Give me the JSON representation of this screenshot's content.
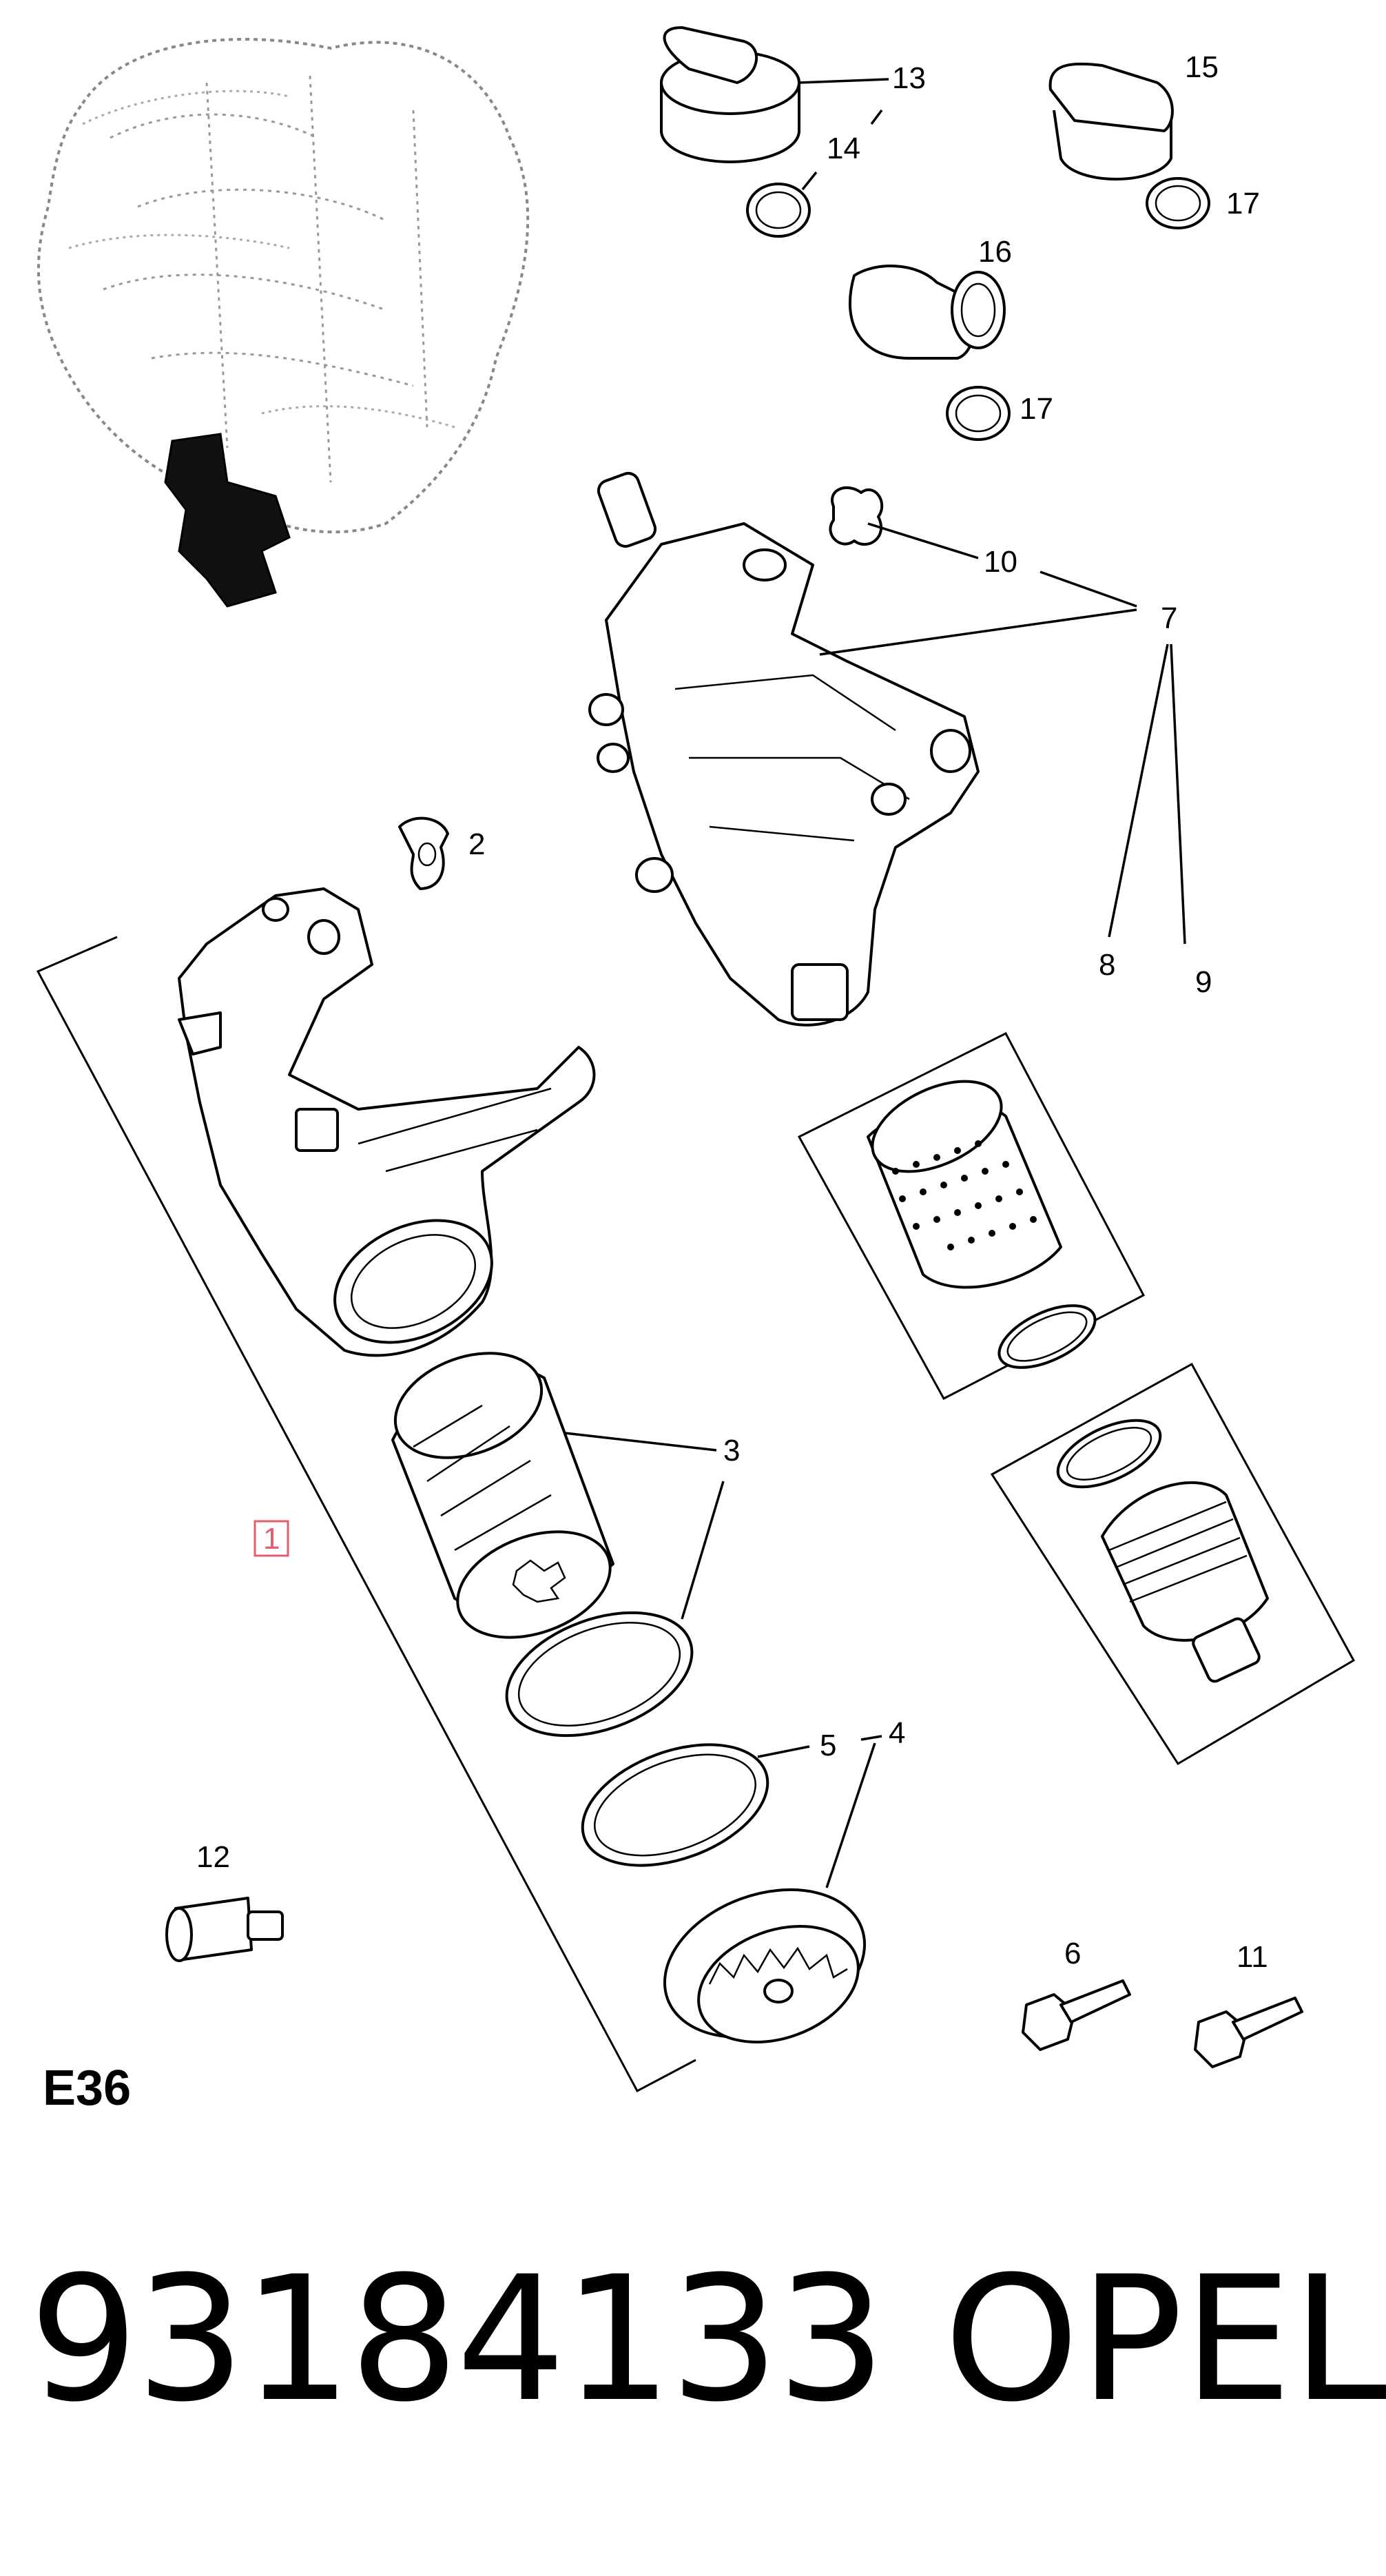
{
  "diagram": {
    "section_code": "E36",
    "callouts": {
      "c1": "1",
      "c2": "2",
      "c3": "3",
      "c4": "4",
      "c5": "5",
      "c6": "6",
      "c7": "7",
      "c8": "8",
      "c9": "9",
      "c10": "10",
      "c11": "11",
      "c12": "12",
      "c13": "13",
      "c14": "14",
      "c15": "15",
      "c16": "16",
      "c17a": "17",
      "c17b": "17"
    }
  },
  "footer": {
    "part_number": "93184133",
    "brand": "OPEL"
  }
}
